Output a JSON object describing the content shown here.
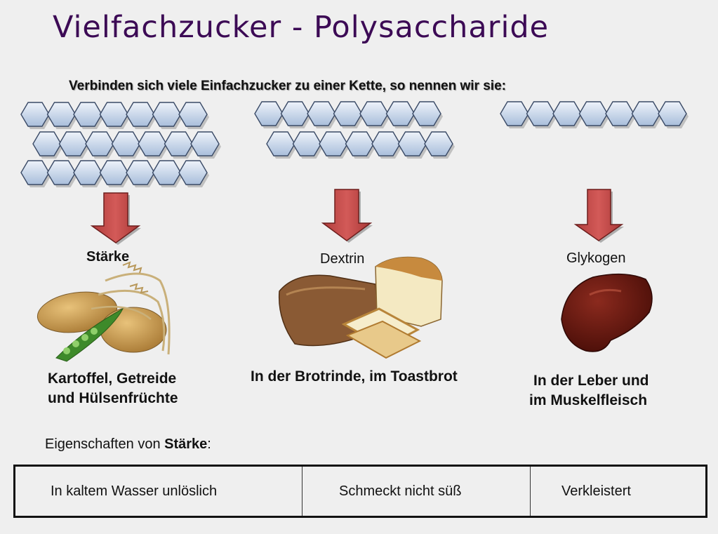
{
  "title": "Vielfachzucker - Polysaccharide",
  "subtitle": "Verbinden sich viele Einfachzucker zu einer Kette, so nennen wir sie:",
  "types": [
    {
      "name": "Stärke",
      "desc_line1": "Kartoffel, Getreide",
      "desc_line2": "und Hülsenfrüchte",
      "image": "potatoes-grain-peas-image"
    },
    {
      "name": "Dextrin",
      "desc_line1": "In der Brotrinde, im Toastbrot",
      "desc_line2": "",
      "image": "bread-toast-image"
    },
    {
      "name": "Glykogen",
      "desc_line1": "In der Leber und",
      "desc_line2": "im Muskelfleisch",
      "image": "liver-image"
    }
  ],
  "properties": {
    "label_prefix": "Eigenschaften von ",
    "label_bold": "Stärke",
    "label_suffix": ":",
    "cells": [
      "In kaltem Wasser unlöslich",
      "Schmeckt nicht süß",
      "Verkleistert"
    ]
  },
  "colors": {
    "title": "#3c0a55",
    "hexagon_fill": "#c8d8ec",
    "arrow_fill": "#c9504f"
  }
}
